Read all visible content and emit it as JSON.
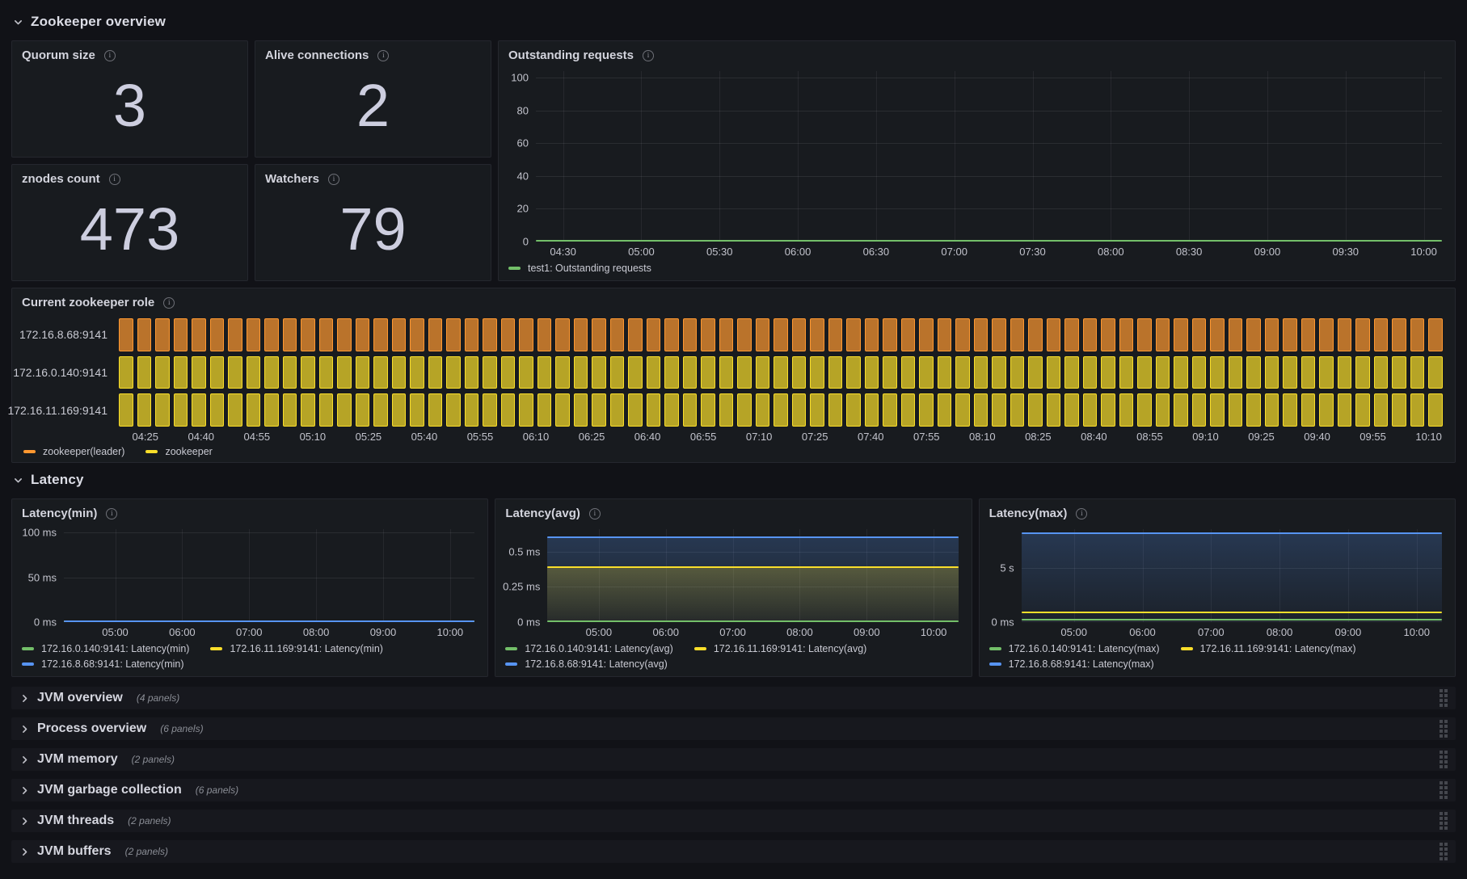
{
  "sections": {
    "overview": {
      "title": "Zookeeper overview"
    },
    "latency": {
      "title": "Latency"
    }
  },
  "stats": {
    "quorum": {
      "title": "Quorum size",
      "value": "3"
    },
    "alive": {
      "title": "Alive connections",
      "value": "2"
    },
    "znodes": {
      "title": "znodes count",
      "value": "473"
    },
    "watchers": {
      "title": "Watchers",
      "value": "79"
    }
  },
  "chart_data": {
    "outstanding": {
      "type": "line",
      "title": "Outstanding requests",
      "ymax": 104,
      "ycol_w": 36,
      "yticks": [
        {
          "label": "100",
          "v": 100
        },
        {
          "label": "80",
          "v": 80
        },
        {
          "label": "60",
          "v": 60
        },
        {
          "label": "40",
          "v": 40
        },
        {
          "label": "20",
          "v": 20
        },
        {
          "label": "0",
          "v": 0
        }
      ],
      "xticks": [
        "04:30",
        "05:00",
        "05:30",
        "06:00",
        "06:30",
        "07:00",
        "07:30",
        "08:00",
        "08:30",
        "09:00",
        "09:30",
        "10:00"
      ],
      "x_inset": [
        3,
        2
      ],
      "series": [
        {
          "name": "test1: Outstanding requests",
          "color": "#73BF69",
          "value": 0,
          "fill": false
        }
      ],
      "legend_rows": [
        [
          {
            "label": "test1: Outstanding requests",
            "color": "#73BF69"
          }
        ]
      ]
    },
    "role": {
      "type": "status_history",
      "title": "Current zookeeper role",
      "cells_per_row": 73,
      "rows": [
        {
          "label": "172.16.8.68:9141",
          "role": "zookeeper(leader)",
          "color_fill": "rgba(255,152,48,0.70)",
          "color_border": "#FF9830"
        },
        {
          "label": "172.16.0.140:9141",
          "role": "zookeeper",
          "color_fill": "rgba(250,222,42,0.70)",
          "color_border": "#FADE2A"
        },
        {
          "label": "172.16.11.169:9141",
          "role": "zookeeper",
          "color_fill": "rgba(250,222,42,0.70)",
          "color_border": "#FADE2A"
        }
      ],
      "xticks": [
        "04:25",
        "04:40",
        "04:55",
        "05:10",
        "05:25",
        "05:40",
        "05:55",
        "06:10",
        "06:25",
        "06:40",
        "06:55",
        "07:10",
        "07:25",
        "07:40",
        "07:55",
        "08:10",
        "08:25",
        "08:40",
        "08:55",
        "09:10",
        "09:25",
        "09:40",
        "09:55",
        "10:10"
      ],
      "x_inset": [
        2,
        1
      ],
      "legend_rows": [
        [
          {
            "label": "zookeeper(leader)",
            "color": "#FF9830"
          },
          {
            "label": "zookeeper",
            "color": "#FADE2A"
          }
        ]
      ]
    },
    "latency_min": {
      "type": "line",
      "title": "Latency(min)",
      "ymax": 104,
      "ycol_w": 54,
      "yticks": [
        {
          "label": "100 ms",
          "v": 100
        },
        {
          "label": "50 ms",
          "v": 50
        },
        {
          "label": "0 ms",
          "v": 0
        }
      ],
      "xticks": [
        "05:00",
        "06:00",
        "07:00",
        "08:00",
        "09:00",
        "10:00"
      ],
      "x_inset": [
        12.5,
        6
      ],
      "series": [
        {
          "name": "172.16.0.140:9141: Latency(min)",
          "color": "#73BF69",
          "value": 0,
          "fill": false
        },
        {
          "name": "172.16.11.169:9141: Latency(min)",
          "color": "#FADE2A",
          "value": 0,
          "fill": false
        },
        {
          "name": "172.16.8.68:9141: Latency(min)",
          "color": "#5794F2",
          "value": 0,
          "fill": false
        }
      ],
      "legend_rows": [
        [
          {
            "label": "172.16.0.140:9141: Latency(min)",
            "color": "#73BF69"
          },
          {
            "label": "172.16.11.169:9141: Latency(min)",
            "color": "#FADE2A"
          }
        ],
        [
          {
            "label": "172.16.8.68:9141: Latency(min)",
            "color": "#5794F2"
          }
        ]
      ]
    },
    "latency_avg": {
      "type": "line",
      "title": "Latency(avg)",
      "ymax": 0.66,
      "ycol_w": 54,
      "yticks": [
        {
          "label": "0.5 ms",
          "v": 0.5
        },
        {
          "label": "0.25 ms",
          "v": 0.25
        },
        {
          "label": "0 ms",
          "v": 0
        }
      ],
      "xticks": [
        "05:00",
        "06:00",
        "07:00",
        "08:00",
        "09:00",
        "10:00"
      ],
      "x_inset": [
        12.5,
        6
      ],
      "series": [
        {
          "name": "172.16.8.68:9141: Latency(avg)",
          "color": "#5794F2",
          "value": 0.6,
          "fill": true
        },
        {
          "name": "172.16.11.169:9141: Latency(avg)",
          "color": "#FADE2A",
          "value": 0.39,
          "fill": true
        },
        {
          "name": "172.16.0.140:9141: Latency(avg)",
          "color": "#73BF69",
          "value": 0,
          "fill": false
        }
      ],
      "legend_rows": [
        [
          {
            "label": "172.16.0.140:9141: Latency(avg)",
            "color": "#73BF69"
          },
          {
            "label": "172.16.11.169:9141: Latency(avg)",
            "color": "#FADE2A"
          }
        ],
        [
          {
            "label": "172.16.8.68:9141: Latency(avg)",
            "color": "#5794F2"
          }
        ]
      ]
    },
    "latency_max": {
      "type": "line",
      "title": "Latency(max)",
      "ymax": 8.6,
      "ycol_w": 42,
      "yticks": [
        {
          "label": "5 s",
          "v": 5
        },
        {
          "label": "0 ms",
          "v": 0
        }
      ],
      "xticks": [
        "05:00",
        "06:00",
        "07:00",
        "08:00",
        "09:00",
        "10:00"
      ],
      "x_inset": [
        12.5,
        6
      ],
      "series": [
        {
          "name": "172.16.8.68:9141: Latency(max)",
          "color": "#5794F2",
          "value": 8.2,
          "fill": true
        },
        {
          "name": "172.16.11.169:9141: Latency(max)",
          "color": "#FADE2A",
          "value": 0.9,
          "fill": false
        },
        {
          "name": "172.16.0.140:9141: Latency(max)",
          "color": "#73BF69",
          "value": 0.2,
          "fill": false
        }
      ],
      "legend_rows": [
        [
          {
            "label": "172.16.0.140:9141: Latency(max)",
            "color": "#73BF69"
          },
          {
            "label": "172.16.11.169:9141: Latency(max)",
            "color": "#FADE2A"
          }
        ],
        [
          {
            "label": "172.16.8.68:9141: Latency(max)",
            "color": "#5794F2"
          }
        ]
      ]
    }
  },
  "collapsed_sections": [
    {
      "title": "JVM overview",
      "count": "(4 panels)"
    },
    {
      "title": "Process overview",
      "count": "(6 panels)"
    },
    {
      "title": "JVM memory",
      "count": "(2 panels)"
    },
    {
      "title": "JVM garbage collection",
      "count": "(6 panels)"
    },
    {
      "title": "JVM threads",
      "count": "(2 panels)"
    },
    {
      "title": "JVM buffers",
      "count": "(2 panels)"
    }
  ]
}
